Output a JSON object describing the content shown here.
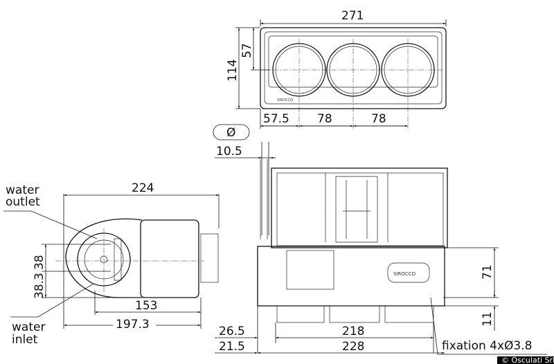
{
  "drawing": {
    "top_view": {
      "width": "271",
      "height": "114",
      "half_height": "57",
      "offset": "57.5",
      "pitch_1": "78",
      "pitch_2": "78",
      "logo": "SIROCCO"
    },
    "diameter_symbol": "Ø",
    "pipe_offset": "10.5",
    "side_view": {
      "length": "224",
      "water_outlet": "water\noutlet",
      "water_outlet_l1": "water",
      "water_outlet_l2": "outlet",
      "water_inlet_l1": "water",
      "water_inlet_l2": "inlet",
      "upper_offset": "38",
      "lower_offset": "38.3",
      "body_length": "153",
      "overall_length": "197.3"
    },
    "front_view": {
      "dim_26_5": "26.5",
      "dim_21_5": "21.5",
      "dim_218": "218",
      "dim_228": "228",
      "dim_71": "71",
      "dim_11": "11",
      "fixation": "fixation 4xØ3.8",
      "logo": "SIROCCO"
    },
    "copyright": "© Osculati Srl"
  }
}
